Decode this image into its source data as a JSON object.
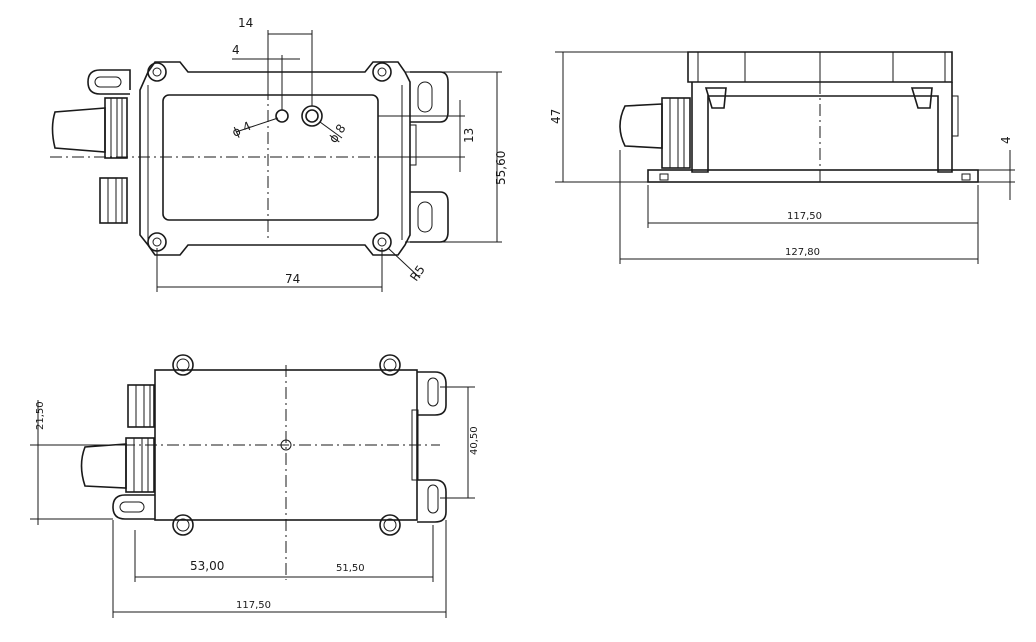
{
  "top_view": {
    "dim_14": "14",
    "dim_4": "4",
    "dim_phi4": "ϕ 4",
    "dim_phi8": "ϕ 8",
    "dim_13": "13",
    "dim_55_60": "55,60",
    "dim_74": "74",
    "dim_r5": "R5"
  },
  "side_view": {
    "dim_47": "47",
    "dim_4": "4",
    "dim_117_50": "117,50",
    "dim_127_80": "127,80"
  },
  "bottom_view": {
    "dim_21_50": "21,50",
    "dim_40_50": "40,50",
    "dim_53_00": "53,00",
    "dim_51_50": "51,50",
    "dim_117_50": "117,50"
  }
}
